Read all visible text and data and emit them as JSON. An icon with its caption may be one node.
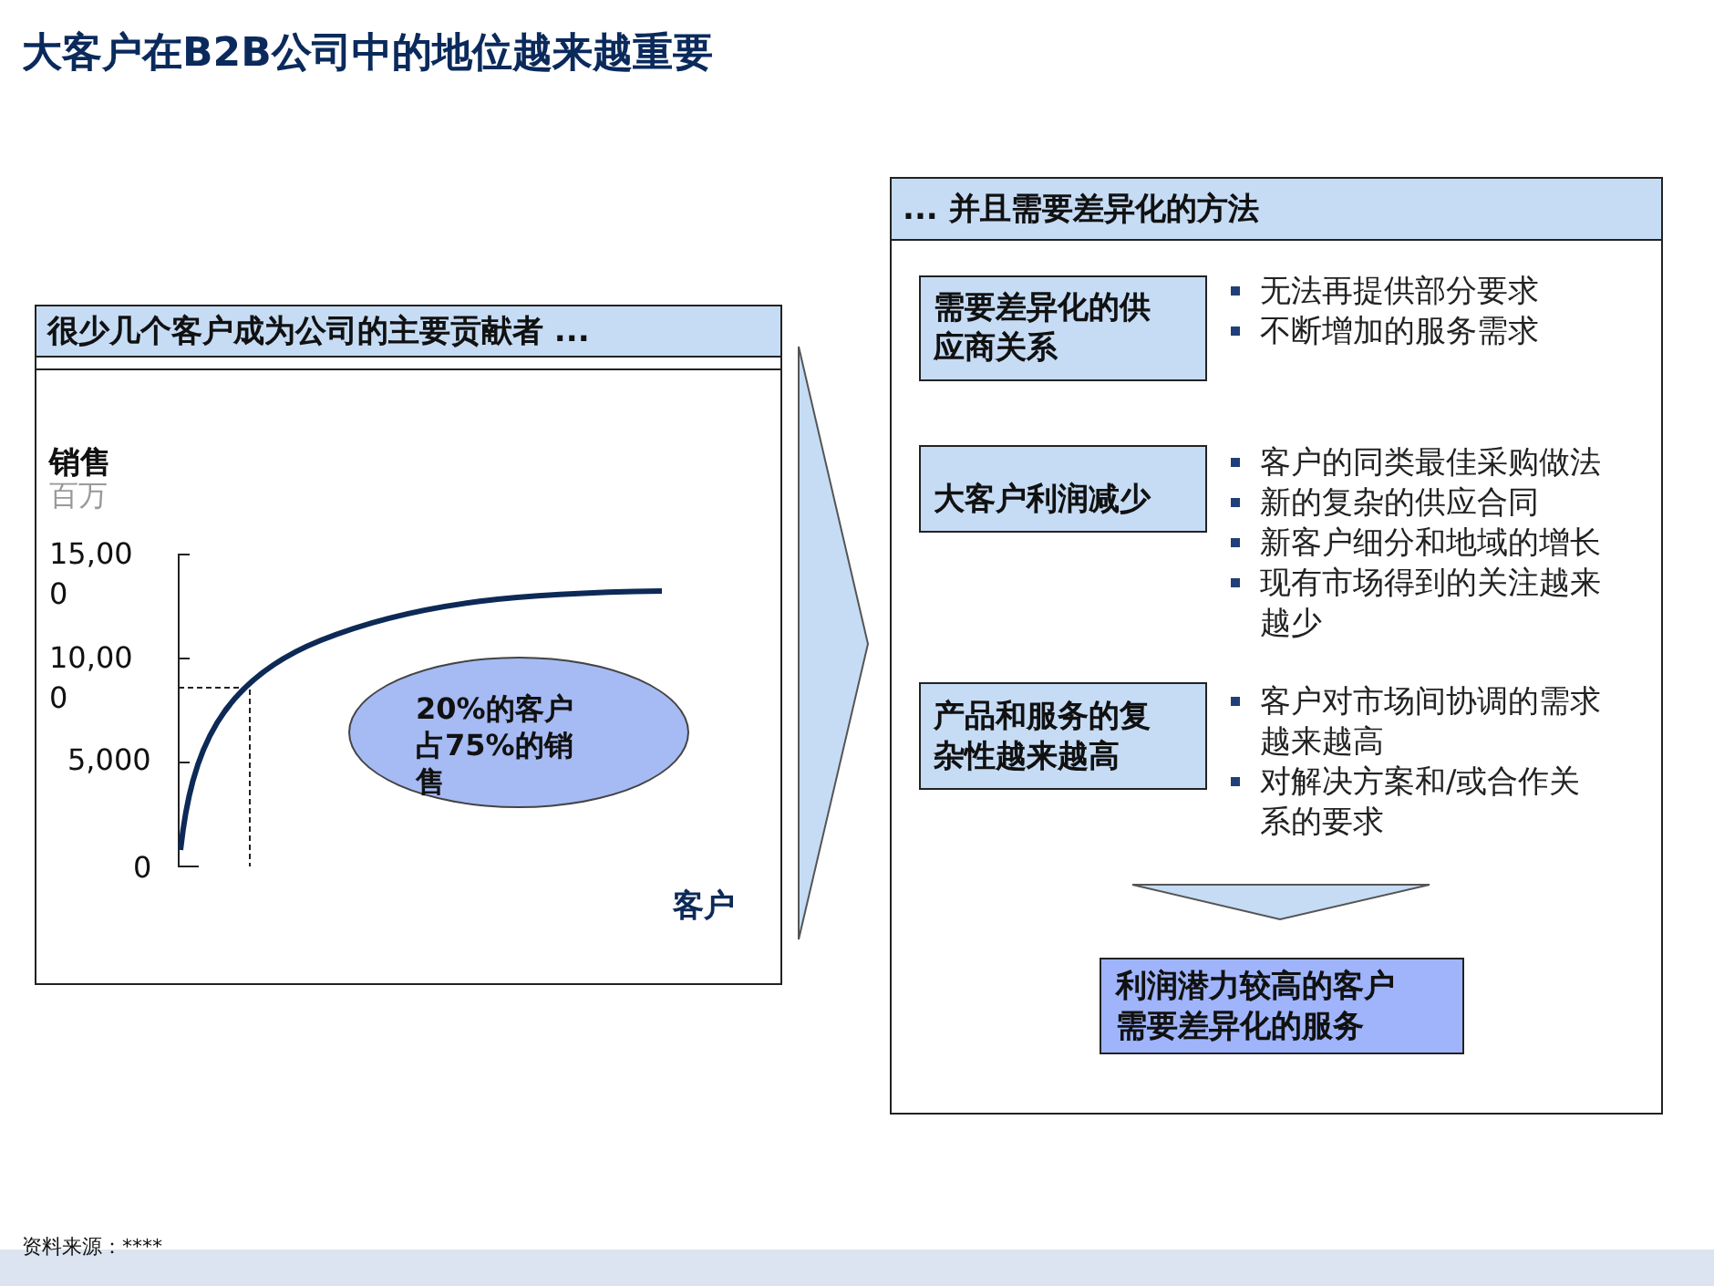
{
  "diagram": {
    "title": "大客户在B2B公司中的地位越来越重要",
    "nodes": [
      {
        "text": [
          "很少几个客户成为公司的主要贡献者 ..."
        ]
      },
      {
        "text": [
          "20%的客户占75%的销售"
        ],
        "in": 0
      },
      {
        "text": [
          "... 并且需要差异化的方法"
        ]
      },
      {
        "text": [
          "需要差异化的供应商关系"
        ],
        "in": 2,
        "beside": [
          "无法再提供部分要求",
          "不断增加的服务需求"
        ]
      },
      {
        "text": [
          "大客户利润减少"
        ],
        "in": 2,
        "beside": [
          "客户的同类最佳采购做法",
          "新的复杂的供应合同",
          "新客户细分和地域的增长",
          "现有市场得到的关注越来越少"
        ]
      },
      {
        "text": [
          "产品和服务的复杂性越来越高"
        ],
        "in": 2,
        "beside": [
          "客户对市场间协调的需求越来越高",
          "对解决方案和/或合作关系的要求"
        ]
      },
      {
        "text": [
          "利润潜力较高的客户需要差异化的服务"
        ],
        "in": 2
      }
    ],
    "edges": [
      {
        "from": 0,
        "to": 2,
        "arrow": "to"
      },
      {
        "from": null,
        "to": 6,
        "arrow": "to"
      }
    ],
    "labels": [
      "销售",
      "百万",
      "15,000",
      "10,000",
      "5,000",
      "0",
      "客户",
      "资料来源：****"
    ]
  }
}
